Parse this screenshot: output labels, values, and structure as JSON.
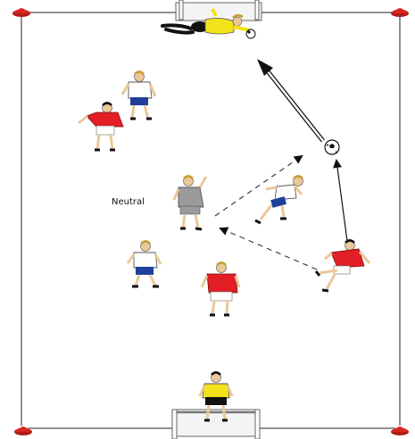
{
  "drill": {
    "neutral_label": "Neutral"
  },
  "players": [
    {
      "name": "goalkeeper-top",
      "team": "goalkeeper",
      "pose": "diving"
    },
    {
      "name": "goalkeeper-bottom",
      "team": "goalkeeper",
      "pose": "standing-back"
    },
    {
      "name": "white-player-top",
      "team": "white"
    },
    {
      "name": "red-player-top",
      "team": "red"
    },
    {
      "name": "neutral-player",
      "team": "neutral"
    },
    {
      "name": "white-player-running",
      "team": "white"
    },
    {
      "name": "red-player-shooting",
      "team": "red"
    },
    {
      "name": "white-player-bottom-left",
      "team": "white"
    },
    {
      "name": "red-player-bottom",
      "team": "red"
    }
  ],
  "colors": {
    "red_team": "#e31e24",
    "white_team": "#ffffff",
    "shorts_blue": "#1f3f9a",
    "neutral": "#9b9b9b",
    "goalkeeper": "#f2e21a",
    "cone": "#d8261f",
    "line": "#555555"
  },
  "icons": [
    "cone-icon",
    "ball-icon",
    "goal-icon",
    "player-icon",
    "arrow-icon"
  ]
}
